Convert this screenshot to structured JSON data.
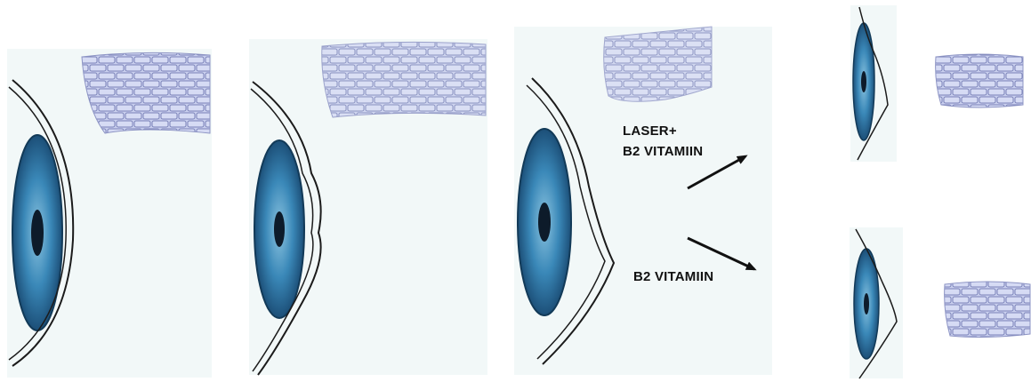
{
  "figure": {
    "labels": {
      "laser_line1": "LASER+",
      "laser_line2": "B2 VITAMIIN",
      "vitamin_only": "B2 VITAMIIN"
    },
    "stages": [
      {
        "name": "normal-cornea"
      },
      {
        "name": "keratoconus-early"
      },
      {
        "name": "keratoconus-advanced"
      },
      {
        "name": "result-laser-b2"
      },
      {
        "name": "result-b2-only"
      }
    ],
    "colors": {
      "page_bg": "#f2f8f8",
      "iris_outer": "#1c4f78",
      "iris_mid": "#3a88b8",
      "iris_light": "#8cc4e0",
      "pupil": "#0d1b2a",
      "cornea_line": "#1b1b1b",
      "brick_fill": "#c9cfee",
      "brick_line": "#7a82b8",
      "arrow": "#111111"
    }
  }
}
